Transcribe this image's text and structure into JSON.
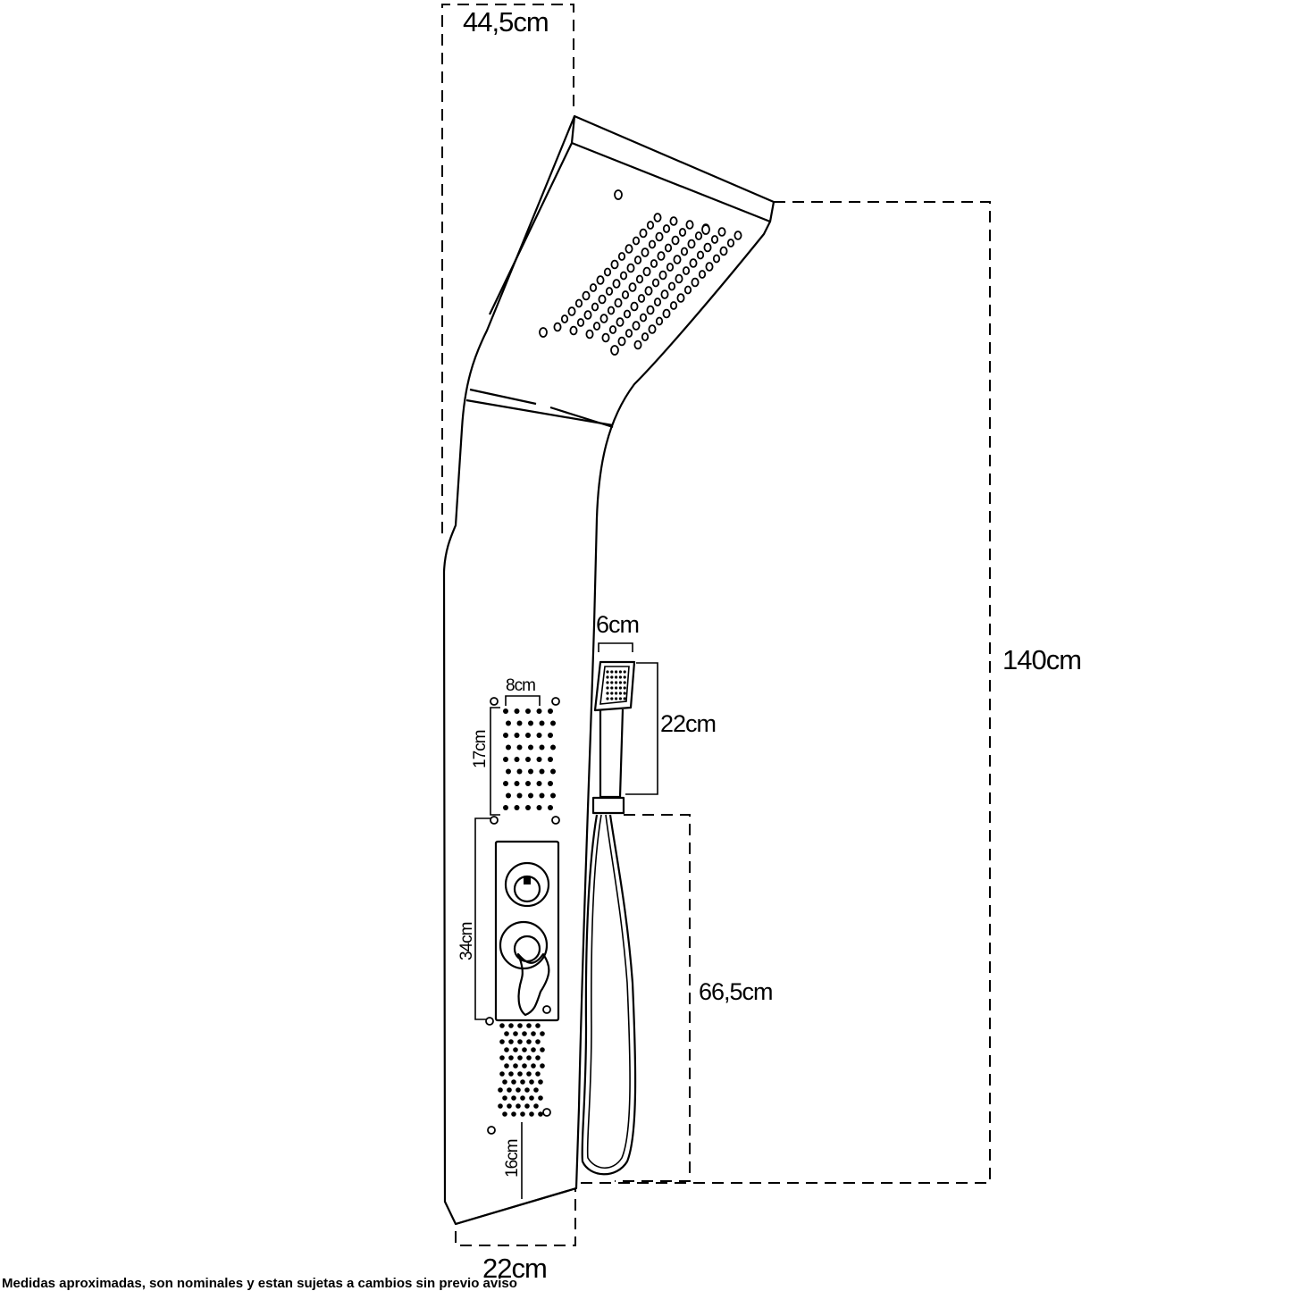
{
  "dimensions": {
    "top_width": "44,5cm",
    "total_height": "140cm",
    "handshower_width": "6cm",
    "handshower_length": "22cm",
    "hose_height": "66,5cm",
    "jet_panel_width": "8cm",
    "jet_panel_height": "17cm",
    "control_spacing": "34cm",
    "bottom_offset": "16cm",
    "base_width": "22cm"
  },
  "footnote": "Medidas aproximadas, son nominales y estan sujetas a cambios sin previo aviso"
}
